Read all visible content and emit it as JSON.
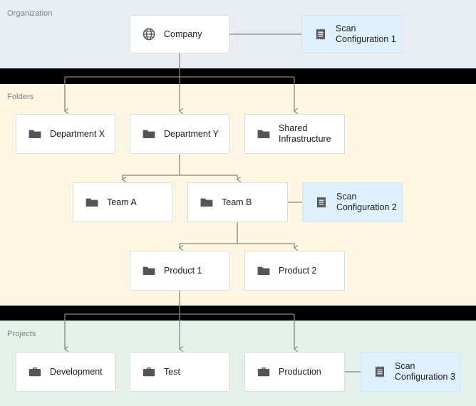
{
  "diagram": {
    "type": "hierarchy-tree",
    "bands": [
      {
        "id": "organization",
        "label": "Organization",
        "color": "#e8edf1"
      },
      {
        "id": "folders",
        "label": "Folders",
        "color": "#fdf6e3"
      },
      {
        "id": "projects",
        "label": "Projects",
        "color": "#e3f1ea"
      }
    ],
    "separator_color": "#000000",
    "node_colors": {
      "default_fill": "#ffffff",
      "default_border": "#dcdcdc",
      "scan_fill": "#ddf0fb",
      "scan_border": "#cfe6f5",
      "icon": "#555555",
      "connector": "#8a8578"
    },
    "nodes": [
      {
        "id": "company",
        "label": "Company",
        "icon": "globe-icon",
        "band": "organization",
        "kind": "default"
      },
      {
        "id": "scan1",
        "label": "Scan\nConfiguration 1",
        "icon": "scan-config-icon",
        "band": "organization",
        "kind": "scan"
      },
      {
        "id": "dept-x",
        "label": "Department X",
        "icon": "folder-icon",
        "band": "folders",
        "kind": "default"
      },
      {
        "id": "dept-y",
        "label": "Department Y",
        "icon": "folder-icon",
        "band": "folders",
        "kind": "default"
      },
      {
        "id": "shared",
        "label": "Shared\nInfrastructure",
        "icon": "folder-icon",
        "band": "folders",
        "kind": "default"
      },
      {
        "id": "team-a",
        "label": "Team A",
        "icon": "folder-icon",
        "band": "folders",
        "kind": "default"
      },
      {
        "id": "team-b",
        "label": "Team B",
        "icon": "folder-icon",
        "band": "folders",
        "kind": "default"
      },
      {
        "id": "scan2",
        "label": "Scan\nConfiguration 2",
        "icon": "scan-config-icon",
        "band": "folders",
        "kind": "scan"
      },
      {
        "id": "product-1",
        "label": "Product 1",
        "icon": "folder-icon",
        "band": "folders",
        "kind": "default"
      },
      {
        "id": "product-2",
        "label": "Product 2",
        "icon": "folder-icon",
        "band": "folders",
        "kind": "default"
      },
      {
        "id": "development",
        "label": "Development",
        "icon": "briefcase-icon",
        "band": "projects",
        "kind": "default"
      },
      {
        "id": "test",
        "label": "Test",
        "icon": "briefcase-icon",
        "band": "projects",
        "kind": "default"
      },
      {
        "id": "production",
        "label": "Production",
        "icon": "briefcase-icon",
        "band": "projects",
        "kind": "default"
      },
      {
        "id": "scan3",
        "label": "Scan\nConfiguration 3",
        "icon": "scan-config-icon",
        "band": "projects",
        "kind": "scan"
      }
    ],
    "edges": [
      {
        "from": "company",
        "to": "scan1",
        "style": "plain"
      },
      {
        "from": "company",
        "to": "dept-x",
        "style": "arrow"
      },
      {
        "from": "company",
        "to": "dept-y",
        "style": "arrow"
      },
      {
        "from": "company",
        "to": "shared",
        "style": "arrow"
      },
      {
        "from": "dept-y",
        "to": "team-a",
        "style": "arrow"
      },
      {
        "from": "dept-y",
        "to": "team-b",
        "style": "arrow"
      },
      {
        "from": "team-b",
        "to": "scan2",
        "style": "plain"
      },
      {
        "from": "team-b",
        "to": "product-1",
        "style": "arrow"
      },
      {
        "from": "team-b",
        "to": "product-2",
        "style": "arrow"
      },
      {
        "from": "product-1",
        "to": "development",
        "style": "arrow"
      },
      {
        "from": "product-1",
        "to": "test",
        "style": "arrow"
      },
      {
        "from": "product-1",
        "to": "production",
        "style": "arrow"
      },
      {
        "from": "production",
        "to": "scan3",
        "style": "plain"
      }
    ]
  }
}
